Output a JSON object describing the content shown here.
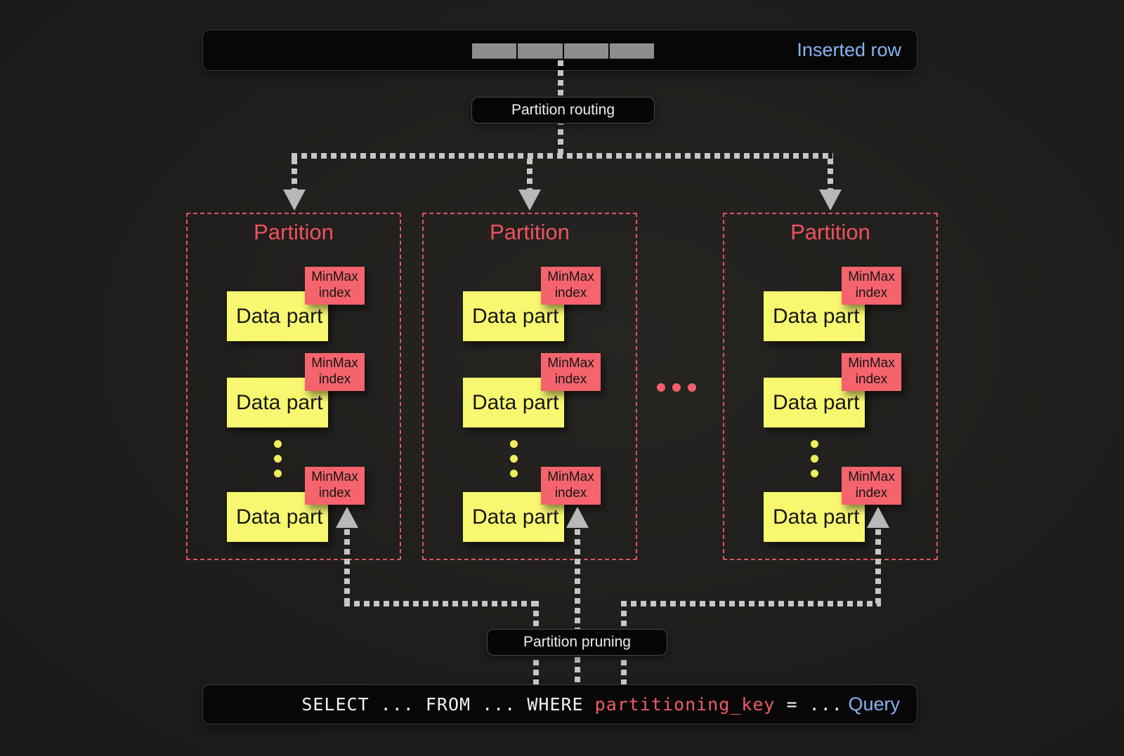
{
  "diagram": {
    "inserted_row": {
      "label": "Inserted row",
      "segment_count": 4
    },
    "partition_routing": {
      "label": "Partition routing"
    },
    "partition_pruning": {
      "label": "Partition pruning"
    },
    "partitions": [
      {
        "title": "Partition",
        "rows": [
          {
            "data_part": "Data part",
            "minmax_line1": "MinMax",
            "minmax_line2": "index"
          },
          {
            "data_part": "Data part",
            "minmax_line1": "MinMax",
            "minmax_line2": "index"
          },
          {
            "data_part": "Data part",
            "minmax_line1": "MinMax",
            "minmax_line2": "index"
          }
        ]
      },
      {
        "title": "Partition",
        "rows": [
          {
            "data_part": "Data part",
            "minmax_line1": "MinMax",
            "minmax_line2": "index"
          },
          {
            "data_part": "Data part",
            "minmax_line1": "MinMax",
            "minmax_line2": "index"
          },
          {
            "data_part": "Data part",
            "minmax_line1": "MinMax",
            "minmax_line2": "index"
          }
        ]
      },
      {
        "title": "Partition",
        "rows": [
          {
            "data_part": "Data part",
            "minmax_line1": "MinMax",
            "minmax_line2": "index"
          },
          {
            "data_part": "Data part",
            "minmax_line1": "MinMax",
            "minmax_line2": "index"
          },
          {
            "data_part": "Data part",
            "minmax_line1": "MinMax",
            "minmax_line2": "index"
          }
        ]
      }
    ],
    "query": {
      "code_select": "SELECT ... FROM ... WHERE ",
      "code_key": "partitioning_key",
      "code_rest": " = ...",
      "label": "Query"
    },
    "colors": {
      "data_part_yellow": "#f8f870",
      "minmax_red": "#f5646c",
      "partition_border_red": "#e25560",
      "label_blue": "#85b3f0",
      "connector_gray": "#c6c6c6",
      "code_key_red": "#ef5d66",
      "bar_background": "#070708",
      "page_background": "#1e1d1b"
    }
  }
}
